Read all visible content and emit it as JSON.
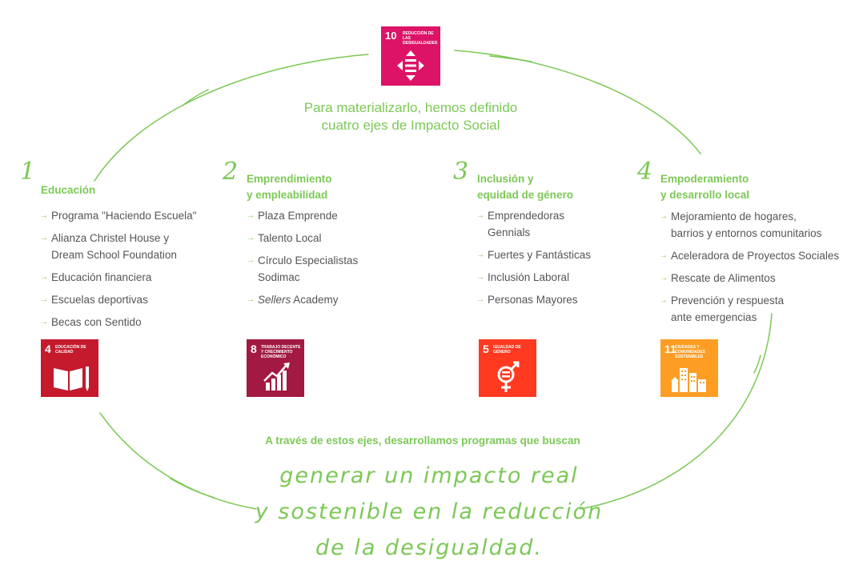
{
  "accent_color": "#7cc856",
  "top_badge": {
    "number": "10",
    "label": "REDUCCIÓN DE LAS DESIGUALDADES",
    "color": "#dd1367",
    "icon": "equality-arrows-icon"
  },
  "headline": {
    "line1": "Para materializarlo, hemos definido",
    "line2": "cuatro ejes de Impacto Social"
  },
  "axes": [
    {
      "number": "1",
      "title_line1": "Educación",
      "title_line2": "",
      "items": [
        {
          "line1": "Programa \"Haciendo Escuela\"",
          "line2": ""
        },
        {
          "line1": "Alianza Christel House y",
          "line2": "Dream School Foundation"
        },
        {
          "line1": "Educación financiera",
          "line2": ""
        },
        {
          "line1": "Escuelas deportivas",
          "line2": ""
        },
        {
          "line1": "Becas con Sentido",
          "line2": ""
        }
      ],
      "sdg": {
        "number": "4",
        "label": "EDUCACIÓN DE CALIDAD",
        "color": "#c5192d",
        "icon": "book-pencil-icon"
      }
    },
    {
      "number": "2",
      "title_line1": "Emprendimiento",
      "title_line2": "y empleabilidad",
      "items": [
        {
          "line1": "Plaza Emprende",
          "line2": ""
        },
        {
          "line1": "Talento Local",
          "line2": ""
        },
        {
          "line1": "Círculo Especialistas",
          "line2": "Sodimac"
        },
        {
          "italic": "Sellers",
          "rest": " Academy"
        }
      ],
      "sdg": {
        "number": "8",
        "label": "TRABAJO DECENTE Y CRECIMIENTO ECONÓMICO",
        "color": "#a21942",
        "icon": "growth-chart-icon"
      }
    },
    {
      "number": "3",
      "title_line1": "Inclusión y",
      "title_line2": "equidad de género",
      "items": [
        {
          "line1": "Emprendedoras",
          "line2": "Gennials"
        },
        {
          "line1": "Fuertes y Fantásticas",
          "line2": ""
        },
        {
          "line1": "Inclusión Laboral",
          "line2": ""
        },
        {
          "line1": "Personas Mayores",
          "line2": ""
        }
      ],
      "sdg": {
        "number": "5",
        "label": "IGUALDAD DE GÉNERO",
        "color": "#ff3a21",
        "icon": "gender-equality-icon"
      }
    },
    {
      "number": "4",
      "title_line1": "Empoderamiento",
      "title_line2": "y desarrollo local",
      "items": [
        {
          "line1": "Mejoramiento de hogares,",
          "line2": "barrios y entornos comunitarios"
        },
        {
          "line1": "Aceleradora de Proyectos Sociales",
          "line2": ""
        },
        {
          "line1": "Rescate de Alimentos",
          "line2": ""
        },
        {
          "line1": "Prevención y respuesta",
          "line2": "ante emergencias"
        }
      ],
      "sdg": {
        "number": "11",
        "label": "CIUDADES Y COMUNIDADES SOSTENIBLES",
        "color": "#fd9d24",
        "icon": "city-buildings-icon"
      }
    }
  ],
  "bottom": {
    "intro": "A través de estos ejes, desarrollamos programas que buscan",
    "line1": "generar un impacto real",
    "line2": "y sostenible en la reducción",
    "line3": "de la desigualdad."
  }
}
